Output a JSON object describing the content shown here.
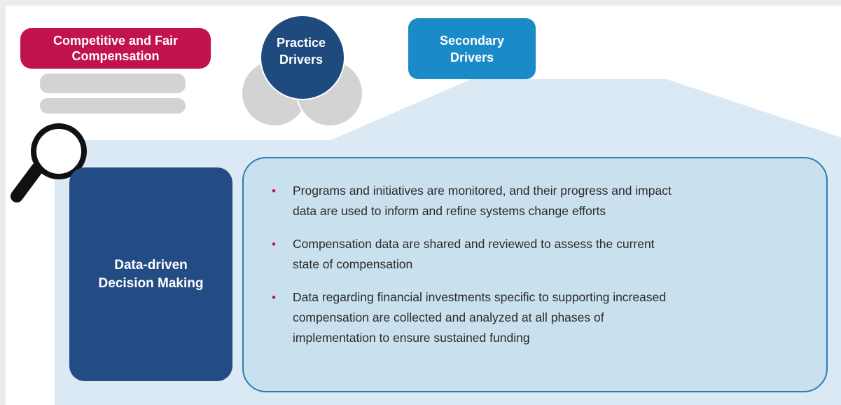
{
  "colors": {
    "red": "#c2134e",
    "navy_circle": "#1e4a7e",
    "secondary_blue": "#1a8ac8",
    "data_box": "#244c84",
    "light_blue": "#dbe9f4",
    "bullet_box": "#c9e0ee",
    "bullet_border": "#2a7fb0",
    "grey": "#d3d3d3"
  },
  "header": {
    "competitive": {
      "line1": "Competitive and Fair",
      "line2": "Compensation"
    },
    "practice": {
      "line1": "Practice",
      "line2": "Drivers"
    },
    "secondary": {
      "line1": "Secondary",
      "line2": "Drivers"
    }
  },
  "icons": {
    "magnifier": "magnifying-glass-icon"
  },
  "main": {
    "driver": {
      "line1": "Data-driven",
      "line2": "Decision Making"
    },
    "bullets": [
      {
        "line1": "Programs and initiatives are monitored, and their progress and impact",
        "line2": "data are used to inform and refine systems change efforts"
      },
      {
        "line1": "Compensation data are shared and reviewed to assess the current",
        "line2": "state of compensation"
      },
      {
        "line1": "Data regarding financial investments specific to supporting increased",
        "line2": "compensation are collected and analyzed at all phases of",
        "line3": "implementation to ensure sustained funding"
      }
    ]
  }
}
